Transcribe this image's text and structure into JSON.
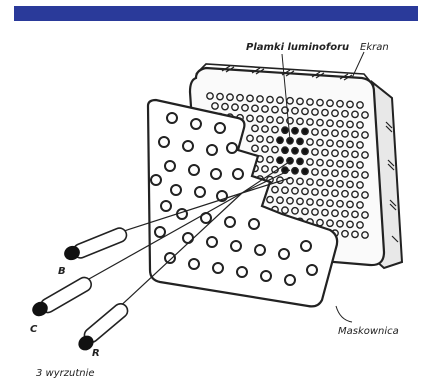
{
  "labels": {
    "phosphor_dots": "Plamki luminoforu",
    "screen": "Ekran",
    "shadow_mask": "Maskownica",
    "gun_b": "B",
    "gun_c": "C",
    "gun_r": "R",
    "caption": "3 wyrzutnie"
  },
  "colors": {
    "top_bar": "#2a3a9a",
    "ink": "#222222",
    "paper": "#ffffff"
  }
}
